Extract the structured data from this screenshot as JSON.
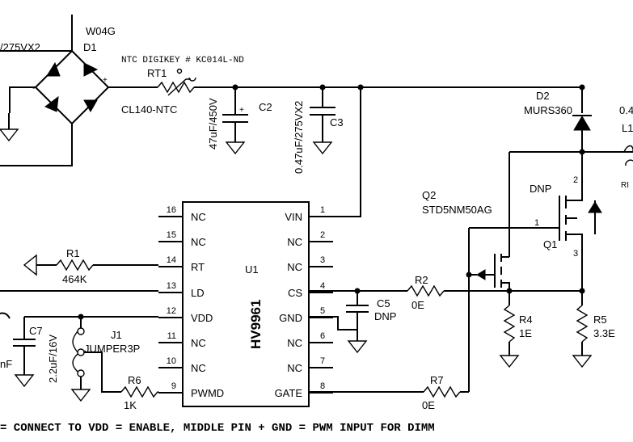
{
  "labels": {
    "w04g": "W04G",
    "d1": "D1",
    "cap_rating_left": "/275VX2",
    "ntc_note": "NTC DIGIKEY # KC014L-ND",
    "rt1": "RT1",
    "cl140": "CL140-NTC",
    "c2_value": "47uF/450V",
    "c2_ref": "C2",
    "c3_value": "0.47uF/275VX2",
    "c3_ref": "C3",
    "d2_ref": "D2",
    "d2_value": "MURS360",
    "l1_value_partial": "0.4",
    "l1_ref_partial": "L1",
    "ri_partial": "RI",
    "dnp_q": "DNP",
    "q2_ref": "Q2",
    "q2_value": "STD5NM50AG",
    "q1_ref": "Q1",
    "r1_ref": "R1",
    "r1_value": "464K",
    "r2_ref": "R2",
    "r2_value": "0E",
    "r4_ref": "R4",
    "r4_value": "1E",
    "r5_ref": "R5",
    "r5_value": "3.3E",
    "r6_ref": "R6",
    "r6_value": "1K",
    "r7_ref": "R7",
    "r7_value": "0E",
    "c5_ref": "C5",
    "c5_value": "DNP",
    "c7_ref": "C7",
    "c7_value": "2.2uF/16V",
    "nf_partial": "nF",
    "j1_ref": "J1",
    "j1_value": "JUMPER3P",
    "u1_ref": "U1",
    "u1_part": "HV9961",
    "footer_note": "= CONNECT TO VDD = ENABLE, MIDDLE PIN + GND = PWM INPUT FOR DIMM",
    "plus": "+",
    "minus": "-",
    "pin1": "1",
    "pin2": "2",
    "pin3": "3"
  },
  "ic_pins_left": [
    {
      "num": "16",
      "name": "NC"
    },
    {
      "num": "15",
      "name": "NC"
    },
    {
      "num": "14",
      "name": "RT"
    },
    {
      "num": "13",
      "name": "LD"
    },
    {
      "num": "12",
      "name": "VDD"
    },
    {
      "num": "11",
      "name": "NC"
    },
    {
      "num": "10",
      "name": "NC"
    },
    {
      "num": "9",
      "name": "PWMD"
    }
  ],
  "ic_pins_right": [
    {
      "num": "1",
      "name": "VIN"
    },
    {
      "num": "2",
      "name": "NC"
    },
    {
      "num": "3",
      "name": "NC"
    },
    {
      "num": "4",
      "name": "CS"
    },
    {
      "num": "5",
      "name": "GND"
    },
    {
      "num": "6",
      "name": "NC"
    },
    {
      "num": "7",
      "name": "NC"
    },
    {
      "num": "8",
      "name": "GATE"
    }
  ]
}
